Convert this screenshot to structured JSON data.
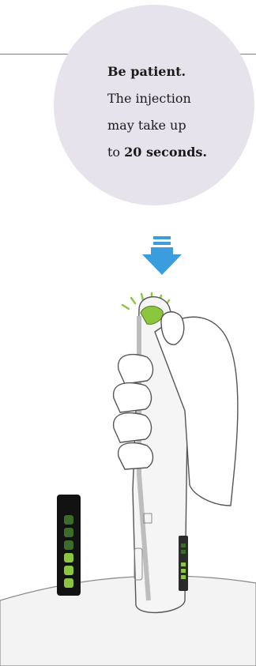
{
  "callout": {
    "heading": "Be patient.",
    "line1": "The injection",
    "line2": "may take up",
    "line3_prefix": "to",
    "line3_emph": "20 seconds."
  },
  "colors": {
    "bubble": "#e7e3ec",
    "arrow": "#3a9ede",
    "button_green": "#8cc63f",
    "indicator_bright": "#8cc63f",
    "indicator_dim": "#3d6b2c",
    "outline": "#555555"
  },
  "icons": [
    "down-arrow-icon",
    "press-burst-icon",
    "autoinjector-pen",
    "hand-illustration",
    "progress-indicator"
  ],
  "indicator": {
    "segments": 6,
    "lit_segments": 3
  }
}
